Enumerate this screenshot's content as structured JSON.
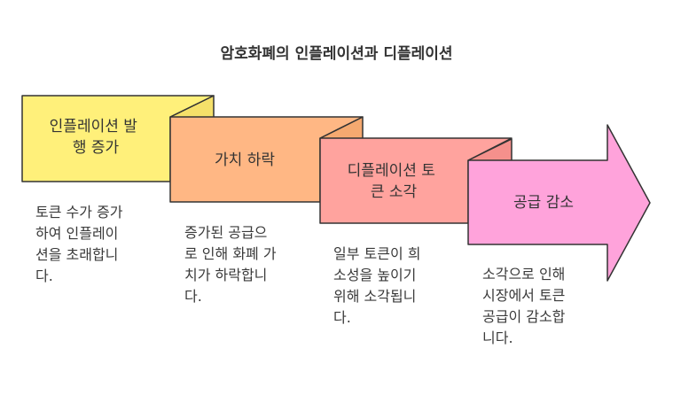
{
  "title": "암호화폐의 인플레이션과 디플레이션",
  "steps": [
    {
      "label_lines": [
        "인플레이션 발",
        "행 증가"
      ],
      "fill": "#fff07a",
      "side": "#f5e06a",
      "description_lines": [
        "토큰 수가 증가",
        "하여 인플레이",
        "션을 초래합니",
        "다."
      ]
    },
    {
      "label_lines": [
        "가치 하락"
      ],
      "fill": "#ffb784",
      "side": "#f5a970",
      "description_lines": [
        "증가된 공급으",
        "로 인해 화폐 가",
        "치가 하락합니",
        "다."
      ]
    },
    {
      "label_lines": [
        "디플레이션 토",
        "큰 소각"
      ],
      "fill": "#ffa39e",
      "side": "#f5908c",
      "description_lines": [
        "일부 토큰이 희",
        "소성을 높이기",
        "위해 소각됩니",
        "다."
      ]
    },
    {
      "label_lines": [
        "공급 감소"
      ],
      "fill": "#ffa3db",
      "side": "#f593cf",
      "description_lines": [
        "소각으로 인해",
        "시장에서 토큰",
        "공급이 감소합",
        "니다."
      ]
    }
  ],
  "colors": {
    "stroke": "#333333",
    "text": "#333333"
  }
}
